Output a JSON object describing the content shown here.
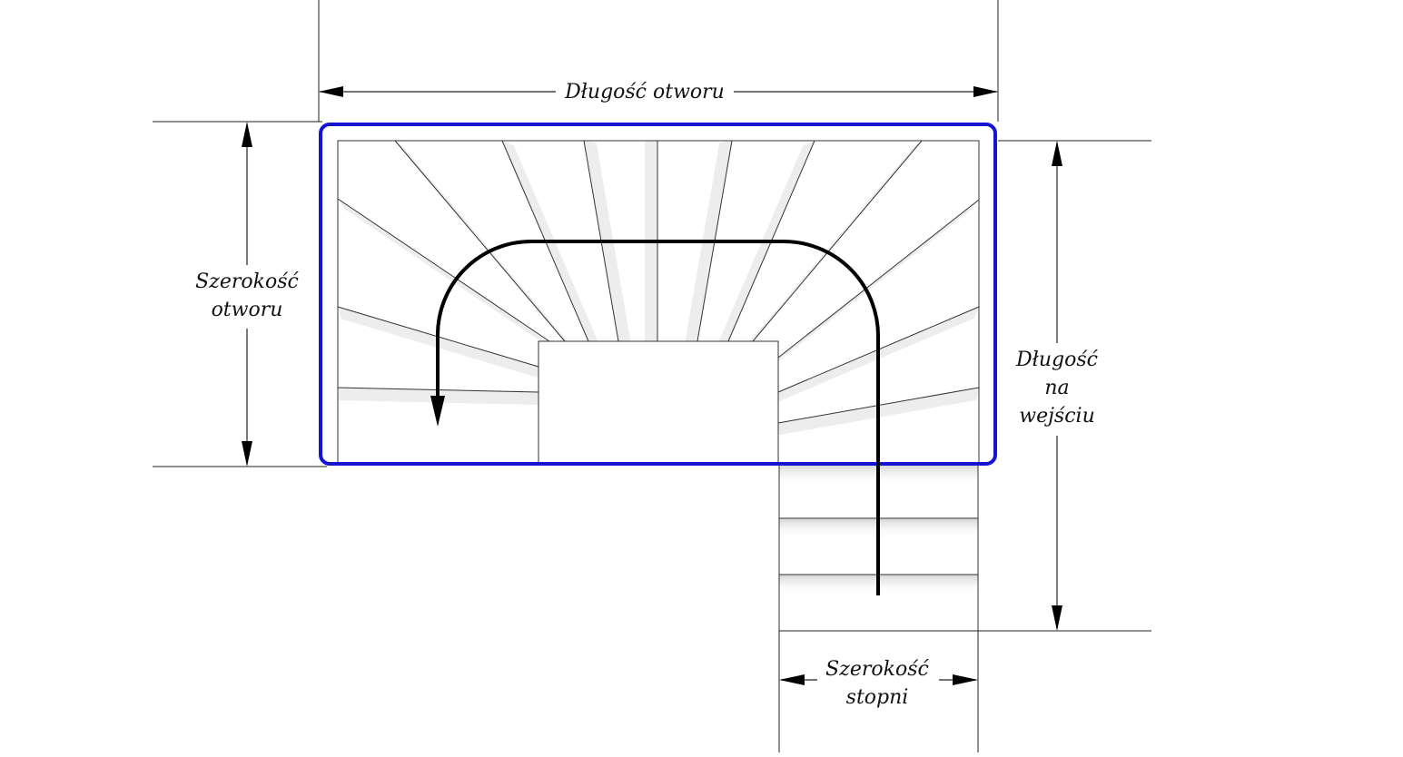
{
  "diagram": {
    "labels": {
      "opening_length": "Długość otworu",
      "opening_width_1": "Szerokość",
      "opening_width_2": "otworu",
      "entry_length_1": "Długość",
      "entry_length_2": "na",
      "entry_length_3": "wejściu",
      "step_width_1": "Szerokość",
      "step_width_2": "stopni"
    },
    "colors": {
      "opening_outline": "#1414d2",
      "lines": "#222222",
      "walk_line": "#000000",
      "step_shade": "#d6d6d6"
    }
  }
}
